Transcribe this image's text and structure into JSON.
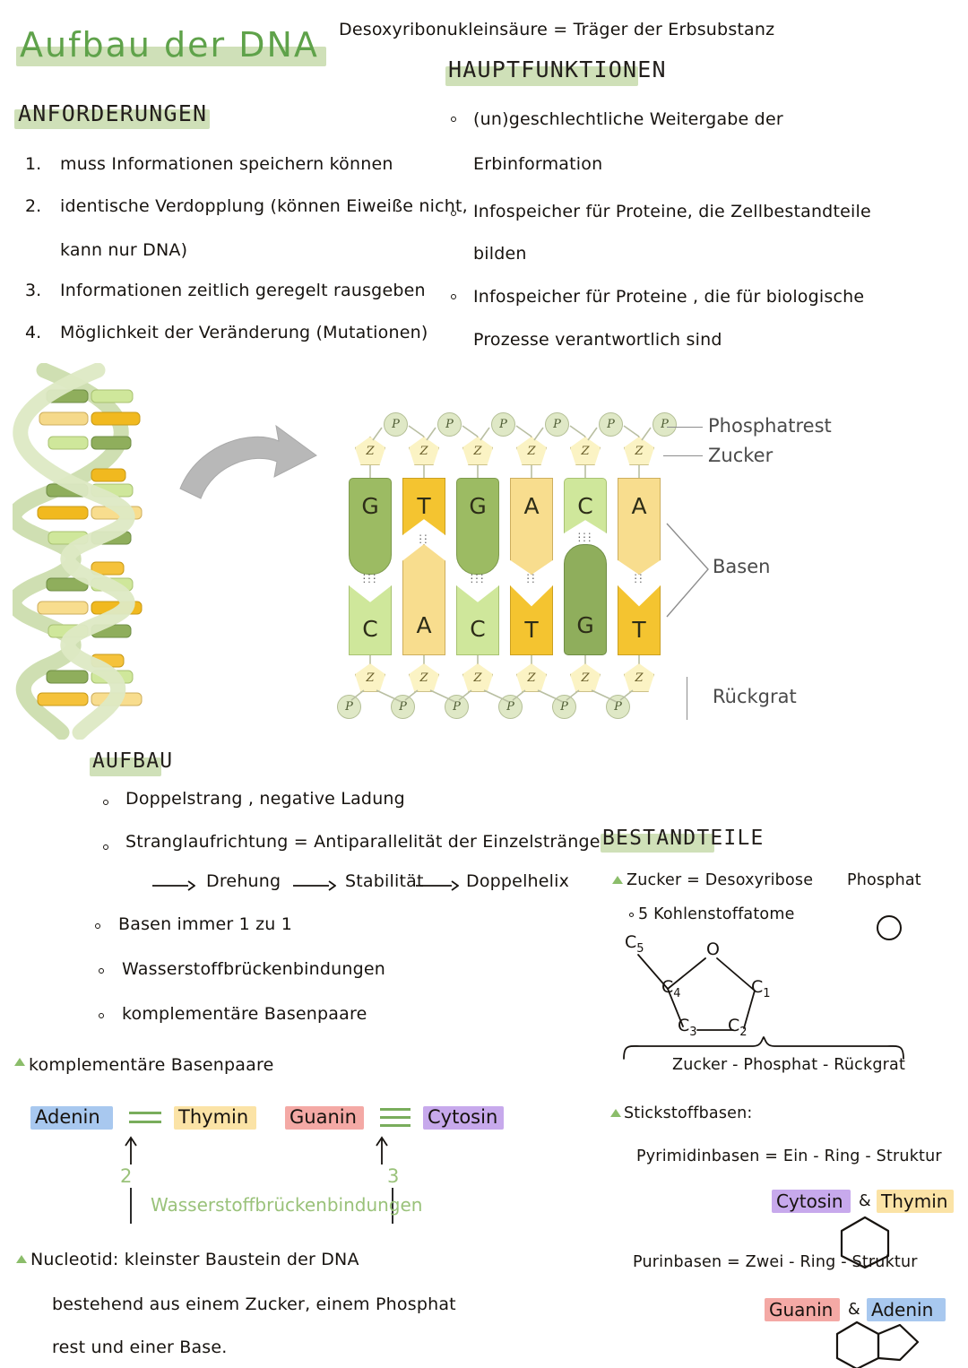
{
  "title": "Aufbau der DNA",
  "subtitle": "Desoxyribonukleinsäure  = Träger der Erbsubstanz",
  "sections": {
    "anforderungen": {
      "heading": "ANFORDERUNGEN",
      "items": [
        {
          "num": "1.",
          "line1": "muss Informationen  speichern  können",
          "line2": ""
        },
        {
          "num": "2.",
          "line1": "identische Verdopplung (können Eiweiße  nicht,",
          "line2": "kann nur DNA)"
        },
        {
          "num": "3.",
          "line1": "Informationen  zeitlich  geregelt  rausgeben",
          "line2": ""
        },
        {
          "num": "4.",
          "line1": "Möglichkeit  der Veränderung  (Mutationen)",
          "line2": ""
        }
      ]
    },
    "hauptfunktionen": {
      "heading": "HAUPTFUNKTIONEN",
      "items": [
        {
          "line1": "(un)geschlechtliche  Weitergabe der",
          "line2": "Erbinformation"
        },
        {
          "line1": "Infospeicher für Proteine, die Zellbestandteile",
          "line2": "bilden"
        },
        {
          "line1": "Infospeicher für Proteine , die für  biologische",
          "line2": "Prozesse  verantwortlich sind"
        }
      ]
    },
    "aufbau": {
      "heading": "AUFBAU",
      "items": [
        "Doppelstrang , negative  Ladung",
        "Stranglaufrichtung = Antiparallelität der Einzelstränge",
        "Basen  immer  1 zu 1",
        "Wasserstoffbrückenbindungen",
        "komplementäre  Basenpaare"
      ],
      "chain": [
        "Drehung",
        "Stabilität",
        "Doppelhelix"
      ]
    },
    "bestandteile": {
      "heading": "BESTANDTEILE",
      "zucker_label": "Zucker = Desoxyribose",
      "kohlenstoff_note": "5 Kohlenstoffatome",
      "phosphat_label": "Phosphat",
      "ring_atoms": [
        "C5",
        "O",
        "C4",
        "C1",
        "C3",
        "C2"
      ],
      "brace_label": "Zucker - Phosphat - Rückgrat",
      "stickstoff_label": "Stickstoffbasen:",
      "pyrimidin": "Pyrimidinbasen = Ein - Ring - Struktur",
      "pyrimidin_bases": [
        "Cytosin",
        "Thymin"
      ],
      "purin": "Purinbasen =  Zwei - Ring - Struktur",
      "purin_bases": [
        "Guanin",
        "Adenin"
      ],
      "amp": "&"
    },
    "basenpaare": {
      "heading": "komplementäre Basenpaare",
      "pair1": {
        "left": "Adenin",
        "right": "Thymin",
        "bonds": "2"
      },
      "pair2": {
        "left": "Guanin",
        "right": "Cytosin",
        "bonds": "3"
      },
      "bond_label": "Wasserstoffbrückenbindungen"
    },
    "nucleotid": {
      "line1": "Nucleotid:  kleinster   Baustein  der  DNA",
      "line2": "bestehend  aus  einem  Zucker, einem Phosphat",
      "line3": "rest  und einer  Base."
    }
  },
  "diagram": {
    "labels": {
      "phosphatrest": "Phosphatrest",
      "zucker": "Zucker",
      "basen": "Basen",
      "rueckgrat": "Rückgrat"
    },
    "phosphate_symbol": "P",
    "sugar_symbol": "Z",
    "top_strand": [
      "G",
      "T",
      "G",
      "A",
      "C",
      "A"
    ],
    "bottom_strand": [
      "C",
      "A",
      "C",
      "T",
      "G",
      "T"
    ]
  },
  "colors": {
    "title_green": "#5fa24a",
    "highlight_green": "#cfe0b8",
    "adenin": "#a8c8ef",
    "thymin": "#fbe3a6",
    "guanin": "#f4a9a5",
    "cytosin": "#c7a9ec",
    "bond_green": "#79ad5c",
    "base_G": "#9cbb63",
    "base_C": "#cfe79b",
    "base_T": "#f4c430",
    "base_A": "#f8dd8e"
  }
}
